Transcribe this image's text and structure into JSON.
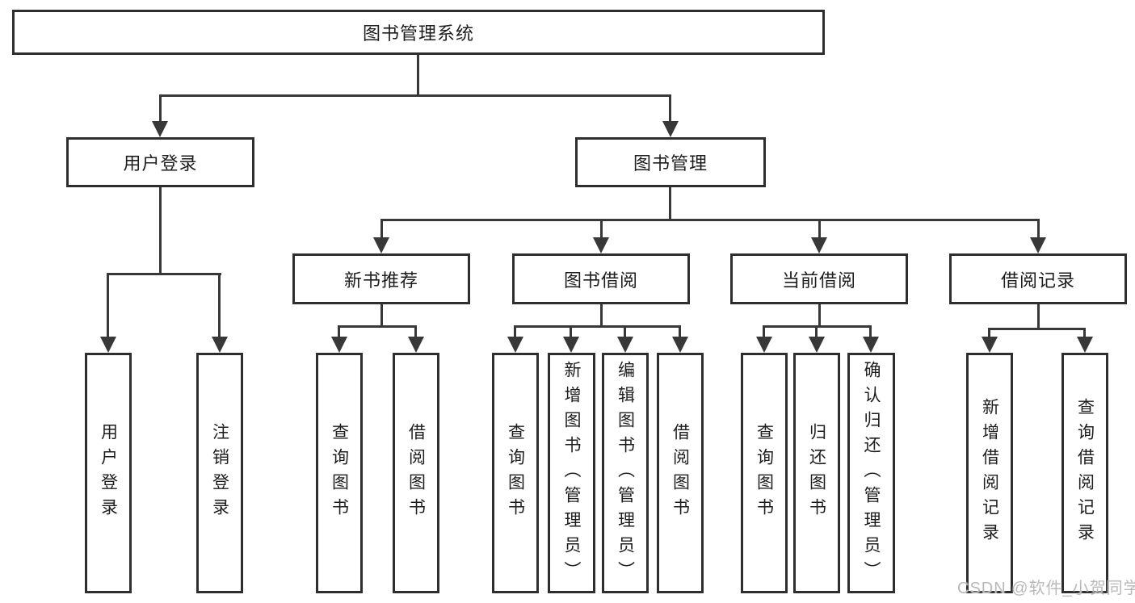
{
  "tree": {
    "root": "图书管理系统",
    "branches": [
      {
        "label": "用户登录",
        "children": [
          {
            "label": "用户登录"
          },
          {
            "label": "注销登录"
          }
        ]
      },
      {
        "label": "图书管理",
        "children": [
          {
            "label": "新书推荐",
            "children": [
              {
                "label": "查询图书"
              },
              {
                "label": "借阅图书"
              }
            ]
          },
          {
            "label": "图书借阅",
            "children": [
              {
                "label": "查询图书"
              },
              {
                "label": "新增图书（管理员）"
              },
              {
                "label": "编辑图书（管理员）"
              },
              {
                "label": "借阅图书"
              }
            ]
          },
          {
            "label": "当前借阅",
            "children": [
              {
                "label": "查询图书"
              },
              {
                "label": "归还图书"
              },
              {
                "label": "确认归还（管理员）"
              }
            ]
          },
          {
            "label": "借阅记录",
            "children": [
              {
                "label": "新增借阅记录"
              },
              {
                "label": "查询借阅记录"
              }
            ]
          }
        ]
      }
    ]
  },
  "watermark": "CSDN @软件_小贺同学",
  "colors": {
    "line": "#383838",
    "box_border": "#2e2e2e",
    "text": "#1d1d1d",
    "watermark": "#b9b9b9",
    "background": "#ffffff"
  }
}
